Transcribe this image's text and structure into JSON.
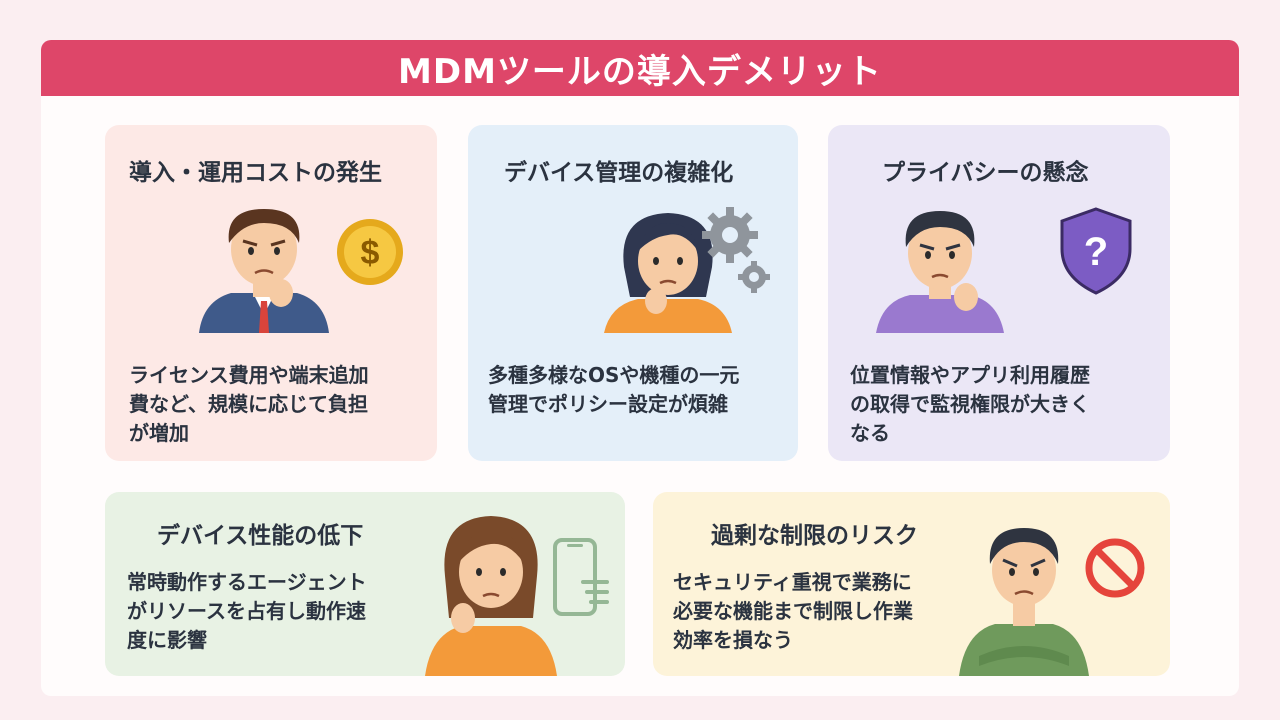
{
  "header": {
    "title": "MDMツールの導入デメリット"
  },
  "colors": {
    "header_bg": "#de4669",
    "card_cost": "#fde9e6",
    "card_device": "#e4eff9",
    "card_privacy": "#ebe7f6",
    "card_performance": "#e8f2e4",
    "card_restriction": "#fdf3d9"
  },
  "cards": [
    {
      "title": "導入・運用コストの発生",
      "lines": [
        "ライセンス費用や端末追加",
        "費など、規模に応じて負担",
        "が増加"
      ],
      "icon": "dollar-coin-icon"
    },
    {
      "title": "デバイス管理の複雑化",
      "lines": [
        "多種多様なOSや機種の一元",
        "管理でポリシー設定が煩雑"
      ],
      "icon": "gears-icon"
    },
    {
      "title": "プライバシーの懸念",
      "lines": [
        "位置情報やアプリ利用履歴",
        "の取得で監視権限が大きく",
        "なる"
      ],
      "icon": "shield-question-icon"
    },
    {
      "title": "デバイス性能の低下",
      "lines": [
        "常時動作するエージェント",
        "がリソースを占有し動作速",
        "度に影響"
      ],
      "icon": "smartphone-icon"
    },
    {
      "title": "過剰な制限のリスク",
      "lines": [
        "セキュリティ重視で業務に",
        "必要な機能まで制限し作業",
        "効率を損なう"
      ],
      "icon": "prohibited-icon"
    }
  ]
}
